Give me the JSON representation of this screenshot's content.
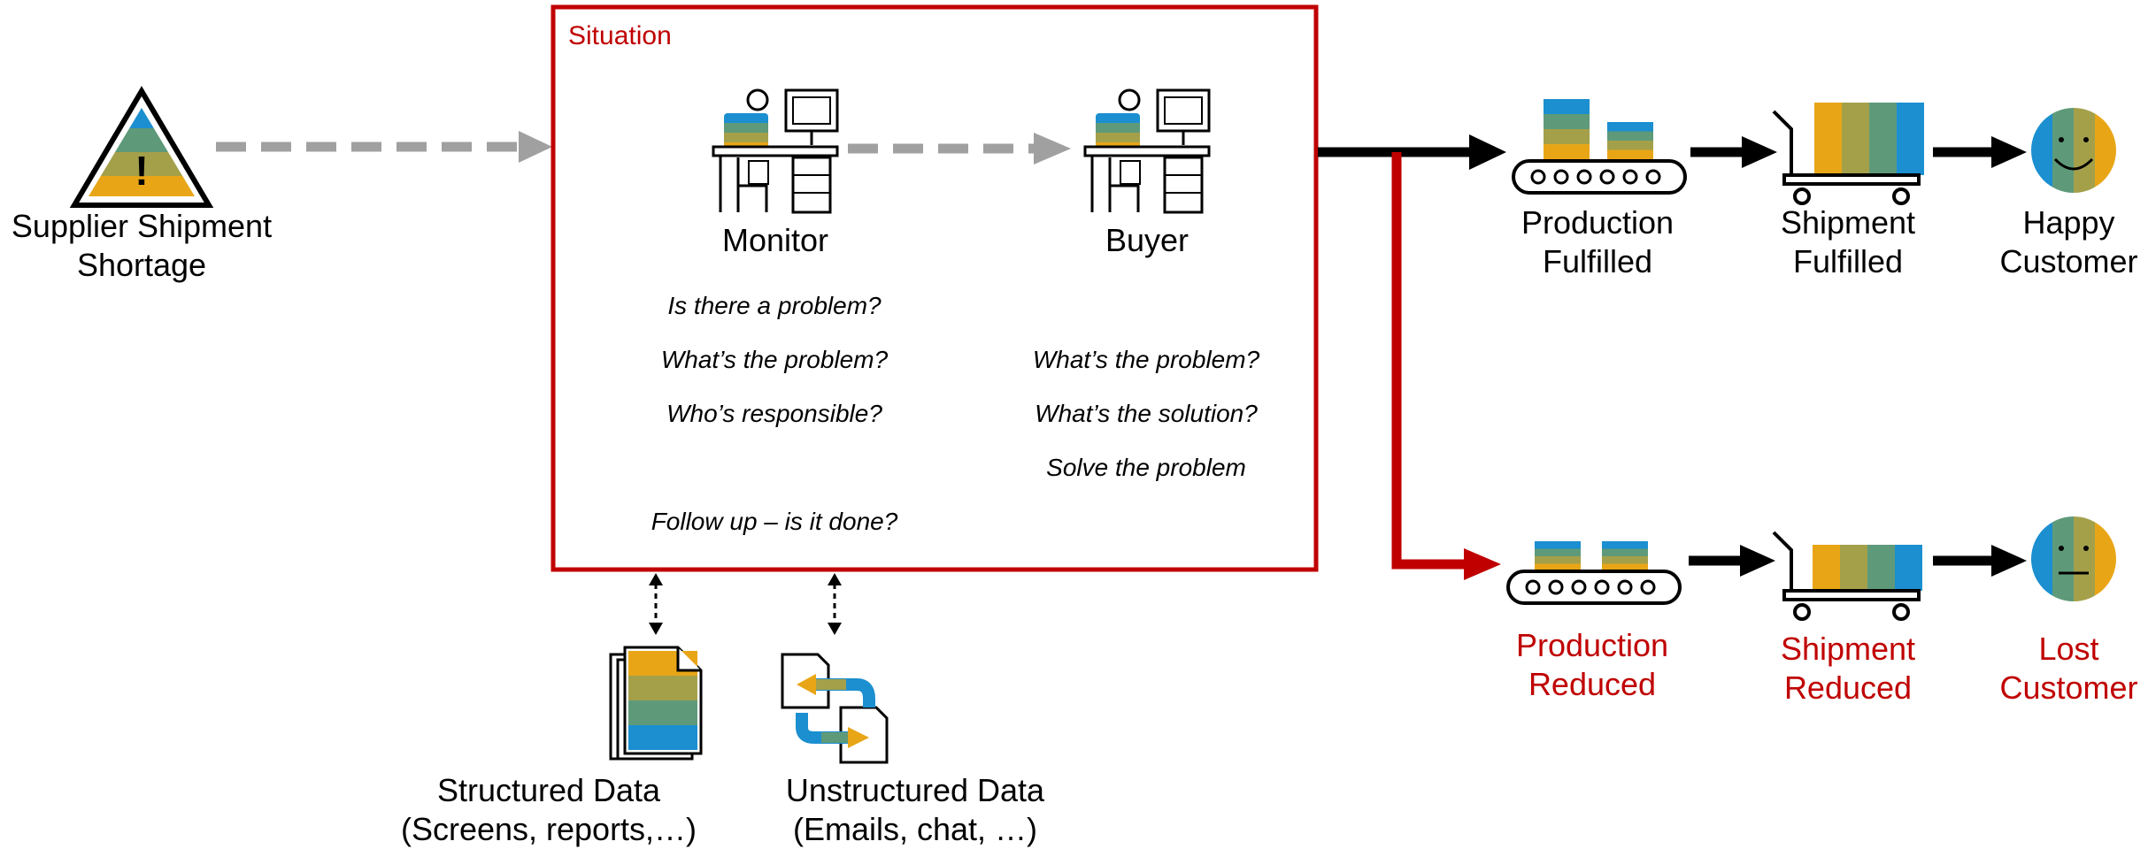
{
  "colors": {
    "frame_red": "#c00000",
    "dash_gray": "#a0a0a0",
    "band_gold": "#e8a617",
    "band_olive": "#a4a04a",
    "band_green": "#5e9a7a",
    "band_blue": "#1b8fd0"
  },
  "source": {
    "label_line1": "Supplier Shipment",
    "label_line2": "Shortage",
    "icon": "warning-triangle-icon",
    "mark": "!"
  },
  "situation": {
    "title": "Situation",
    "monitor": {
      "label": "Monitor",
      "icon": "worker-at-desk-icon",
      "questions": [
        "Is there a problem?",
        "What’s the problem?",
        "Who’s responsible?"
      ],
      "follow_up": "Follow up – is it done?"
    },
    "buyer": {
      "label": "Buyer",
      "icon": "worker-at-desk-icon",
      "questions": [
        "What’s the problem?",
        "What’s the solution?",
        "Solve the problem"
      ]
    }
  },
  "data_sources": {
    "structured": {
      "line1": "Structured Data",
      "line2": "(Screens, reports,…)",
      "icon": "document-stack-icon"
    },
    "unstructured": {
      "line1": "Unstructured Data",
      "line2": "(Emails, chat, …)",
      "icon": "document-exchange-icon"
    }
  },
  "outcomes": {
    "good": {
      "production": {
        "line1": "Production",
        "line2": "Fulfilled",
        "icon": "conveyor-belt-icon"
      },
      "shipment": {
        "line1": "Shipment",
        "line2": "Fulfilled",
        "icon": "cart-icon"
      },
      "customer": {
        "line1": "Happy",
        "line2": "Customer",
        "icon": "smiley-happy-icon"
      }
    },
    "bad": {
      "production": {
        "line1": "Production",
        "line2": "Reduced",
        "icon": "conveyor-belt-icon"
      },
      "shipment": {
        "line1": "Shipment",
        "line2": "Reduced",
        "icon": "cart-icon"
      },
      "customer": {
        "line1": "Lost",
        "line2": "Customer",
        "icon": "smiley-neutral-icon"
      }
    }
  }
}
